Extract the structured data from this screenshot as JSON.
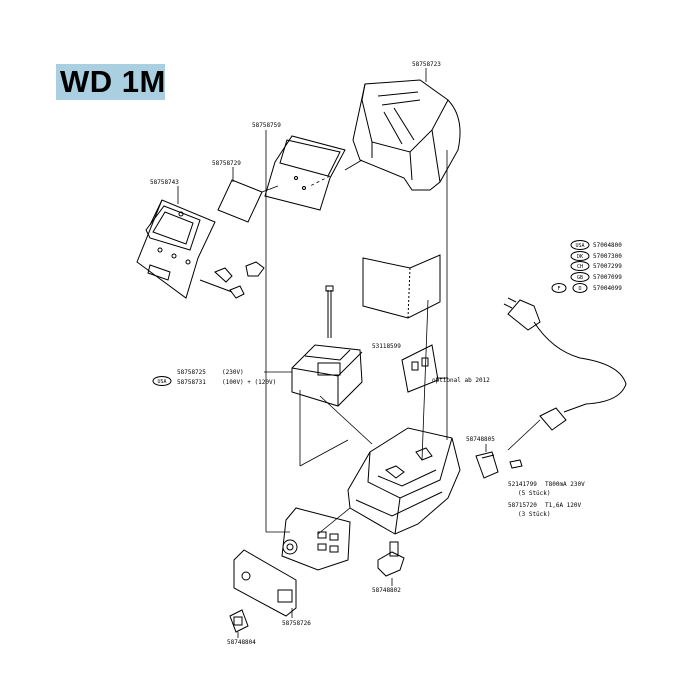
{
  "title": "WD 1M",
  "parts": {
    "housing_cover": "58758723",
    "display_window": "58758759",
    "display_film": "58758729",
    "front_panel": "58758743",
    "transformer_230": "58758725",
    "transformer_230_voltage": "(230V)",
    "transformer_usa": "58758731",
    "transformer_usa_voltage": "(100V) + (120V)",
    "pcb": "53118599",
    "pcb_note": "optional ab 2012",
    "fuse_holder": "58748805",
    "fuse_1_number": "52141799",
    "fuse_1_spec": "T800mA  230V",
    "fuse_1_qty": "(5 Stück)",
    "fuse_2_number": "58715720",
    "fuse_2_spec": "T1,6A   120V",
    "fuse_2_qty": "(3 Stück)",
    "switch": "58748804",
    "front_plate": "58758726",
    "foot": "58748802"
  },
  "cords": [
    {
      "country": "USA",
      "number": "57004800"
    },
    {
      "country": "DK",
      "number": "57007300"
    },
    {
      "country": "CH",
      "number": "57007299"
    },
    {
      "country": "GB",
      "number": "57007099"
    },
    {
      "country": "F",
      "country2": "D",
      "number": "57004099"
    }
  ],
  "badges": {
    "usa_transformer": "USA"
  }
}
